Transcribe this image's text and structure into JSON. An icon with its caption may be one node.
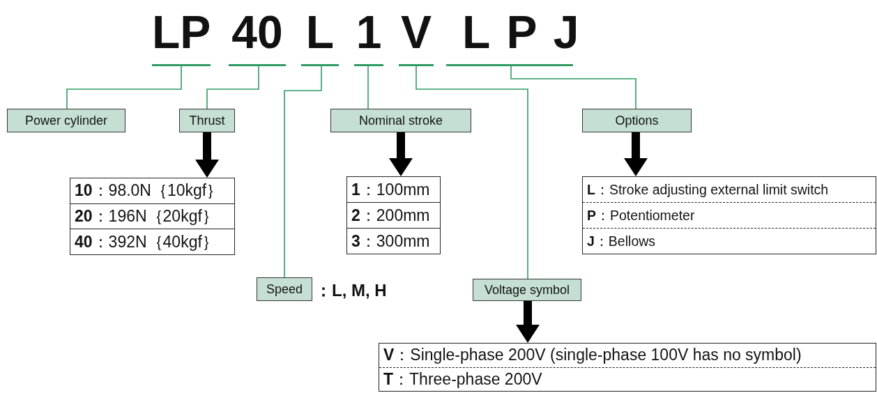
{
  "diagram": {
    "nodes": [
      {
        "text": [
          "LP"
        ]
      },
      {
        "text": [
          "40"
        ]
      },
      {
        "text": [
          "L"
        ]
      },
      {
        "text": [
          "1"
        ]
      },
      {
        "text": [
          "V"
        ]
      },
      {
        "text": [
          "LPJ"
        ]
      },
      {
        "text": [
          "Power cylinder"
        ]
      },
      {
        "text": [
          "Thrust"
        ]
      },
      {
        "text": [
          "Speed"
        ],
        "beside": [
          "：L, M, H"
        ]
      },
      {
        "text": [
          "Nominal stroke"
        ]
      },
      {
        "text": [
          "Voltage symbol"
        ]
      },
      {
        "text": [
          "Options"
        ]
      },
      {
        "text": [
          "**10**：98.0N｛10kgf｝",
          "**20**：196N｛20kgf｝",
          "**40**：392N｛40kgf｝"
        ]
      },
      {
        "text": [
          "**1**：100mm",
          "**2**：200mm",
          "**3**：300mm"
        ]
      },
      {
        "text": [
          "**L**：Stroke adjusting external limit switch",
          "**P**：Potentiometer",
          "**J**：Bellows"
        ]
      },
      {
        "text": [
          "**V**：Single-phase 200V (single-phase 100V has no symbol)",
          "**T**：Three-phase 200V"
        ]
      }
    ],
    "edges": [
      {
        "from": 0,
        "to": 6,
        "arrow": "none"
      },
      {
        "from": 1,
        "to": 7,
        "arrow": "none"
      },
      {
        "from": 2,
        "to": 8,
        "arrow": "none"
      },
      {
        "from": 3,
        "to": 9,
        "arrow": "none"
      },
      {
        "from": 4,
        "to": 10,
        "arrow": "none"
      },
      {
        "from": 5,
        "to": 11,
        "arrow": "none"
      },
      {
        "from": 7,
        "to": 12,
        "arrow": "to",
        "style": "thick",
        "color": "#000000"
      },
      {
        "from": 9,
        "to": 13,
        "arrow": "to",
        "style": "thick",
        "color": "#000000"
      },
      {
        "from": 11,
        "to": 14,
        "arrow": "to",
        "style": "thick",
        "color": "#000000"
      },
      {
        "from": 10,
        "to": 15,
        "arrow": "to",
        "style": "thick",
        "color": "#000000"
      }
    ]
  }
}
